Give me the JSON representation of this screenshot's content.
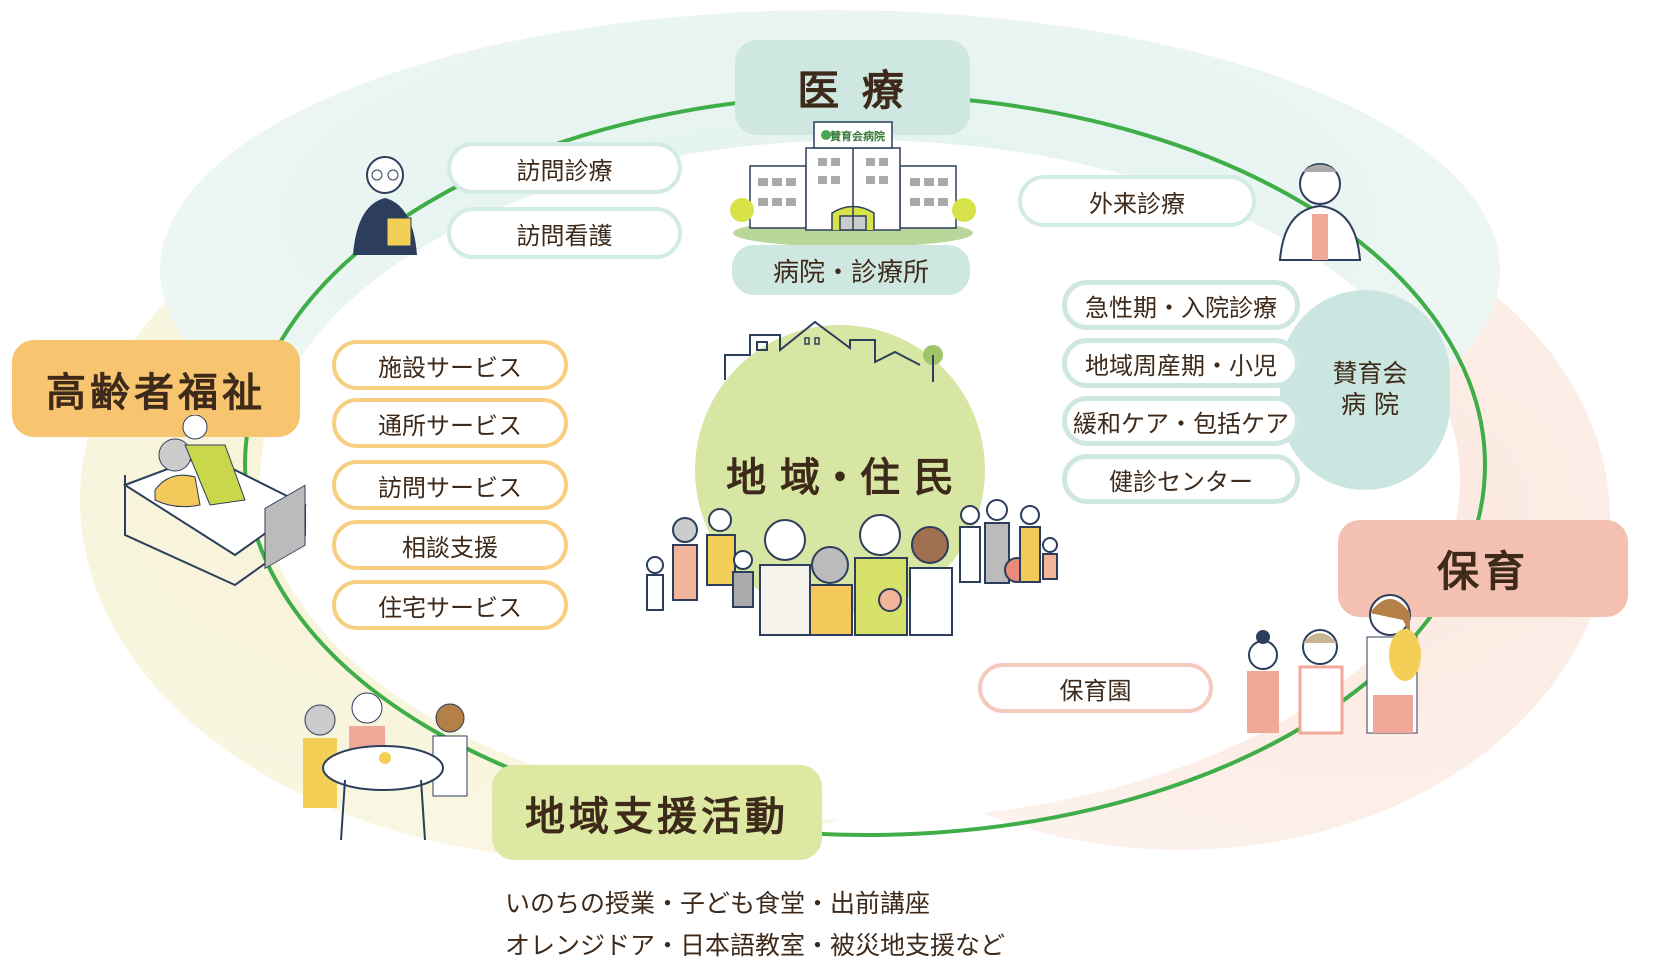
{
  "colors": {
    "ring": "#3fae49",
    "medical": "#cfe7e1",
    "elderly": "#f7c56f",
    "childcare": "#f4c0b1",
    "community": "#dde9a3",
    "center": "#d7e6a2",
    "hospital_bubble": "#cbe6e1",
    "text": "#3e2a1a"
  },
  "center": {
    "label": "地 域・住 民"
  },
  "medical": {
    "title": "医 療",
    "facility_label": "病院・診療所",
    "building_sign": "賛育会病院",
    "home_services": [
      "訪問診療",
      "訪問看護"
    ],
    "outpatient": "外来診療",
    "hospital": {
      "name_line1": "賛育会",
      "name_line2": "病 院",
      "services": [
        "急性期・入院診療",
        "地域周産期・小児",
        "緩和ケア・包括ケア",
        "健診センター"
      ]
    }
  },
  "elderly": {
    "title": "高齢者福祉",
    "services": [
      "施設サービス",
      "通所サービス",
      "訪問サービス",
      "相談支援",
      "住宅サービス"
    ]
  },
  "childcare": {
    "title": "保育",
    "services": [
      "保育園"
    ]
  },
  "community": {
    "title": "地域支援活動",
    "activities_line1": "いのちの授業・子ども食堂・出前講座",
    "activities_line2": "オレンジドア・日本語教室・被災地支援など"
  }
}
